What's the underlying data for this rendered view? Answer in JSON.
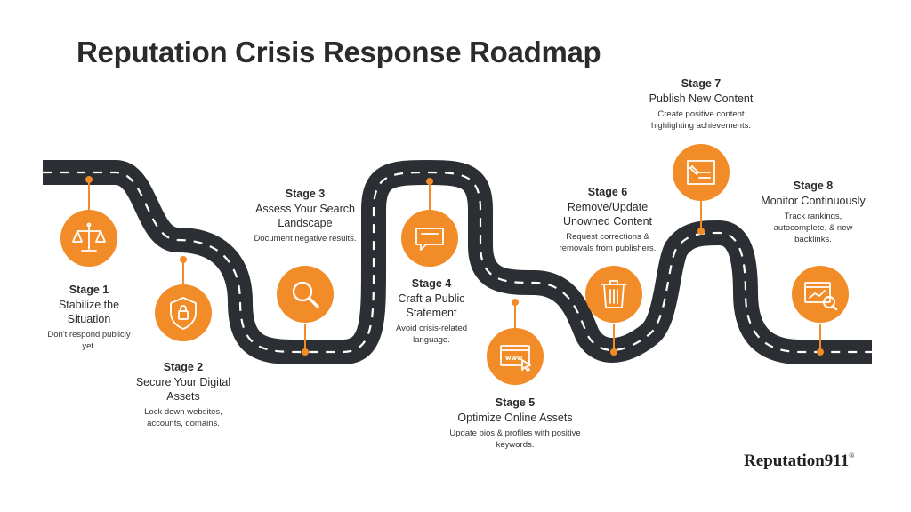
{
  "title": "Reputation Crisis Response Roadmap",
  "colors": {
    "road": "#2b2f33",
    "dash": "#ffffff",
    "accent": "#f28c28",
    "text": "#2b2b2b"
  },
  "stages": [
    {
      "label": "Stage 1",
      "name": "Stabilize the Situation",
      "desc": "Don't respond publicly yet.",
      "icon": "scale-icon"
    },
    {
      "label": "Stage 2",
      "name": "Secure Your Digital Assets",
      "desc": "Lock down websites, accounts, domains.",
      "icon": "shield-lock-icon"
    },
    {
      "label": "Stage 3",
      "name": "Assess Your Search Landscape",
      "desc": "Document negative results.",
      "icon": "magnifier-icon"
    },
    {
      "label": "Stage 4",
      "name": "Craft a Public Statement",
      "desc": "Avoid crisis-related language.",
      "icon": "speech-bubble-icon"
    },
    {
      "label": "Stage 5",
      "name": "Optimize Online Assets",
      "desc": "Update bios & profiles with positive keywords.",
      "icon": "www-browser-icon"
    },
    {
      "label": "Stage 6",
      "name": "Remove/Update Unowned Content",
      "desc": "Request corrections & removals from publishers.",
      "icon": "trash-icon"
    },
    {
      "label": "Stage 7",
      "name": "Publish New Content",
      "desc": "Create positive content highlighting achievements.",
      "icon": "edit-document-icon"
    },
    {
      "label": "Stage 8",
      "name": "Monitor Continuously",
      "desc": "Track rankings, autocomplete, & new backlinks.",
      "icon": "analytics-icon"
    }
  ],
  "brand": {
    "name": "Reputation911",
    "mark": "®"
  }
}
